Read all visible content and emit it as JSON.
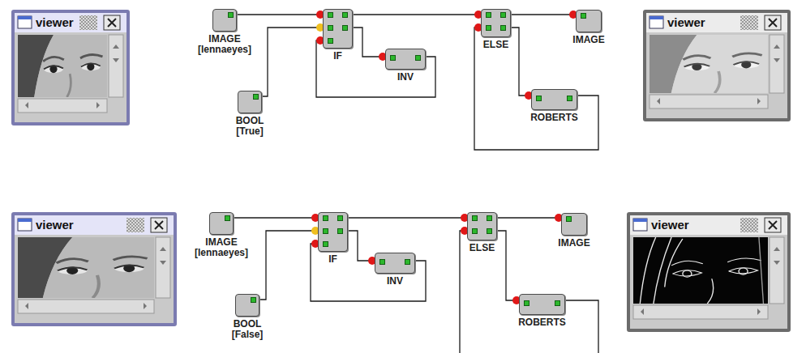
{
  "diagram": {
    "nodes": [
      {
        "text": [
          "viewer"
        ]
      },
      {
        "text": [
          "IMAGE [lennaeyes]"
        ]
      },
      {
        "text": [
          "IF"
        ]
      },
      {
        "text": [
          "ELSE"
        ]
      },
      {
        "text": [
          "IMAGE"
        ]
      },
      {
        "text": [
          "viewer"
        ]
      },
      {
        "text": [
          "INV"
        ]
      },
      {
        "text": [
          "ROBERTS"
        ]
      },
      {
        "text": [
          "BOOL [True]"
        ]
      },
      {
        "text": [
          "viewer"
        ]
      },
      {
        "text": [
          "IMAGE [lennaeyes]"
        ]
      },
      {
        "text": [
          "IF"
        ]
      },
      {
        "text": [
          "ELSE"
        ]
      },
      {
        "text": [
          "IMAGE"
        ]
      },
      {
        "text": [
          "viewer"
        ]
      },
      {
        "text": [
          "INV"
        ]
      },
      {
        "text": [
          "ROBERTS"
        ]
      },
      {
        "text": [
          "BOOL [False]"
        ]
      }
    ],
    "edges": [
      {
        "from": 1,
        "to": 2,
        "arrow": "none"
      },
      {
        "from": 8,
        "to": 2,
        "arrow": "none"
      },
      {
        "from": 2,
        "to": 6,
        "arrow": "none"
      },
      {
        "from": 6,
        "to": 2,
        "arrow": "none"
      },
      {
        "from": 2,
        "to": 3,
        "arrow": "none"
      },
      {
        "from": 3,
        "to": 4,
        "arrow": "none"
      },
      {
        "from": 3,
        "to": 7,
        "arrow": "none"
      },
      {
        "from": 7,
        "to": 3,
        "arrow": "none"
      },
      {
        "from": 10,
        "to": 11,
        "arrow": "none"
      },
      {
        "from": 17,
        "to": 11,
        "arrow": "none"
      },
      {
        "from": 11,
        "to": 15,
        "arrow": "none"
      },
      {
        "from": 15,
        "to": 11,
        "arrow": "none"
      },
      {
        "from": 11,
        "to": 12,
        "arrow": "none"
      },
      {
        "from": 12,
        "to": 13,
        "arrow": "none"
      },
      {
        "from": 12,
        "to": 16,
        "arrow": "none"
      },
      {
        "from": 16,
        "to": 12,
        "arrow": "none"
      }
    ]
  }
}
